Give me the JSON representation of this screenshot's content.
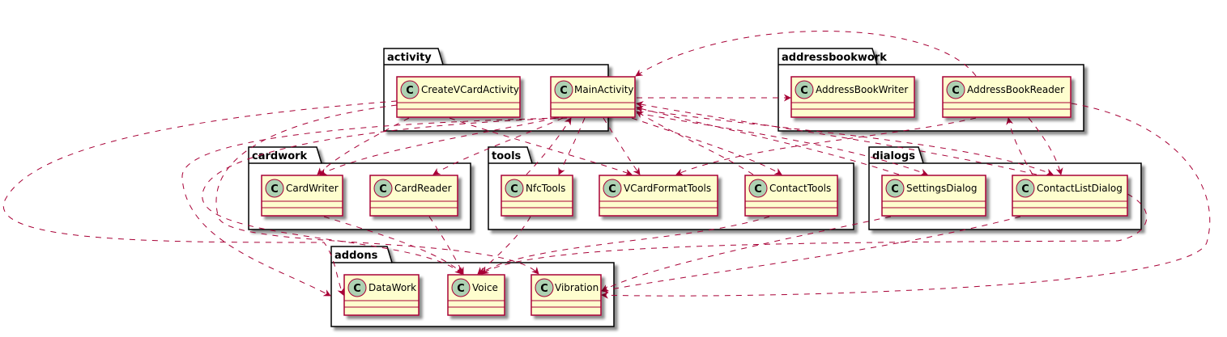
{
  "colors": {
    "class_fill": "#FEFECE",
    "class_border": "#A80036",
    "circle_fill": "#ADD1B2",
    "arrow": "#A80036",
    "package_border": "#000000"
  },
  "packages": {
    "activity": {
      "name": "activity"
    },
    "addressbookwork": {
      "name": "addressbookwork"
    },
    "cardwork": {
      "name": "cardwork"
    },
    "tools": {
      "name": "tools"
    },
    "dialogs": {
      "name": "dialogs"
    },
    "addons": {
      "name": "addons"
    }
  },
  "classes": {
    "CreateVCardActivity": {
      "name": "CreateVCardActivity",
      "glyph": "C"
    },
    "MainActivity": {
      "name": "MainActivity",
      "glyph": "C"
    },
    "AddressBookWriter": {
      "name": "AddressBookWriter",
      "glyph": "C"
    },
    "AddressBookReader": {
      "name": "AddressBookReader",
      "glyph": "C"
    },
    "CardWriter": {
      "name": "CardWriter",
      "glyph": "C"
    },
    "CardReader": {
      "name": "CardReader",
      "glyph": "C"
    },
    "NfcTools": {
      "name": "NfcTools",
      "glyph": "C"
    },
    "VCardFormatTools": {
      "name": "VCardFormatTools",
      "glyph": "C"
    },
    "ContactTools": {
      "name": "ContactTools",
      "glyph": "C"
    },
    "SettingsDialog": {
      "name": "SettingsDialog",
      "glyph": "C"
    },
    "ContactListDialog": {
      "name": "ContactListDialog",
      "glyph": "C"
    },
    "DataWork": {
      "name": "DataWork",
      "glyph": "C"
    },
    "Voice": {
      "name": "Voice",
      "glyph": "C"
    },
    "Vibration": {
      "name": "Vibration",
      "glyph": "C"
    }
  },
  "dependencies": [
    [
      "CreateVCardActivity",
      "CardWriter"
    ],
    [
      "CreateVCardActivity",
      "VCardFormatTools"
    ],
    [
      "CreateVCardActivity",
      "DataWork"
    ],
    [
      "CreateVCardActivity",
      "Vibration"
    ],
    [
      "MainActivity",
      "AddressBookWriter"
    ],
    [
      "MainActivity",
      "CardWriter"
    ],
    [
      "MainActivity",
      "CardReader"
    ],
    [
      "MainActivity",
      "NfcTools"
    ],
    [
      "MainActivity",
      "VCardFormatTools"
    ],
    [
      "MainActivity",
      "ContactTools"
    ],
    [
      "MainActivity",
      "SettingsDialog"
    ],
    [
      "MainActivity",
      "ContactListDialog"
    ],
    [
      "MainActivity",
      "DataWork"
    ],
    [
      "MainActivity",
      "Voice"
    ],
    [
      "AddressBookReader",
      "MainActivity"
    ],
    [
      "AddressBookReader",
      "VCardFormatTools"
    ],
    [
      "AddressBookReader",
      "ContactListDialog"
    ],
    [
      "AddressBookReader",
      "Vibration"
    ],
    [
      "CardWriter",
      "Voice"
    ],
    [
      "CardReader",
      "Voice"
    ],
    [
      "NfcTools",
      "MainActivity"
    ],
    [
      "NfcTools",
      "Voice"
    ],
    [
      "ContactTools",
      "MainActivity"
    ],
    [
      "ContactTools",
      "Voice"
    ],
    [
      "SettingsDialog",
      "MainActivity"
    ],
    [
      "SettingsDialog",
      "Vibration"
    ],
    [
      "ContactListDialog",
      "MainActivity"
    ],
    [
      "ContactListDialog",
      "AddressBookReader"
    ],
    [
      "ContactListDialog",
      "Vibration"
    ],
    [
      "ContactListDialog",
      "Voice"
    ]
  ]
}
